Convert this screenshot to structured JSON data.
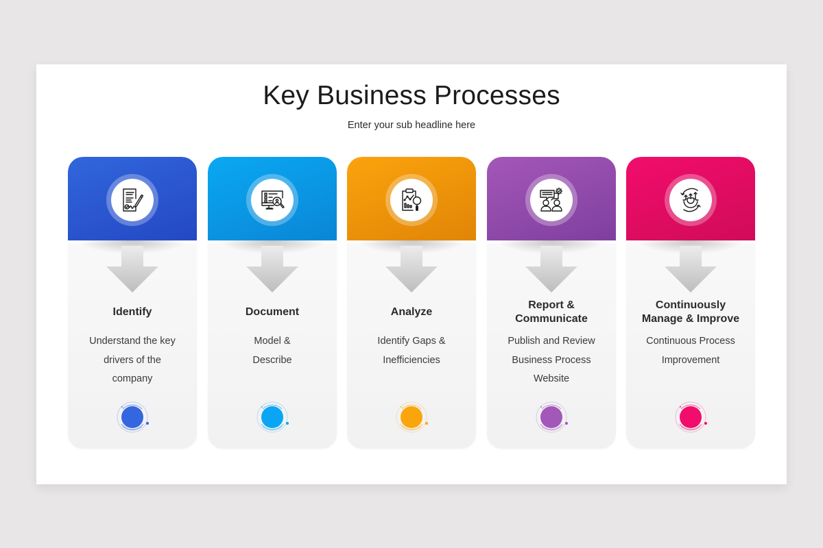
{
  "slide": {
    "title": "Key Business Processes",
    "subtitle": "Enter your sub headline here"
  },
  "steps": [
    {
      "title": "Identify",
      "description": "Understand the key drivers of the company",
      "icon": "signed-document-icon",
      "color_start": "#3166dc",
      "color_end": "#2448c4",
      "dot_color": "#3466e0"
    },
    {
      "title": "Document",
      "description": "Model & Describe",
      "icon": "monitor-search-user-icon",
      "color_start": "#0aa8f2",
      "color_end": "#0a86d6",
      "dot_color": "#0aa6f5"
    },
    {
      "title": "Analyze",
      "description": "Identify Gaps & Inefficiencies",
      "icon": "clipboard-analytics-icon",
      "color_start": "#fba30d",
      "color_end": "#e08506",
      "dot_color": "#fba50d"
    },
    {
      "title": "Report & Communicate",
      "description": "Publish and Review Business Process Website",
      "icon": "team-communication-icon",
      "color_start": "#a457b8",
      "color_end": "#7f3f9e",
      "dot_color": "#a257b9"
    },
    {
      "title": "Continuously Manage & Improve",
      "description": "Continuous Process Improvement",
      "icon": "gear-improvement-cycle-icon",
      "color_start": "#f20d6c",
      "color_end": "#d00b58",
      "dot_color": "#f20d6c"
    }
  ]
}
